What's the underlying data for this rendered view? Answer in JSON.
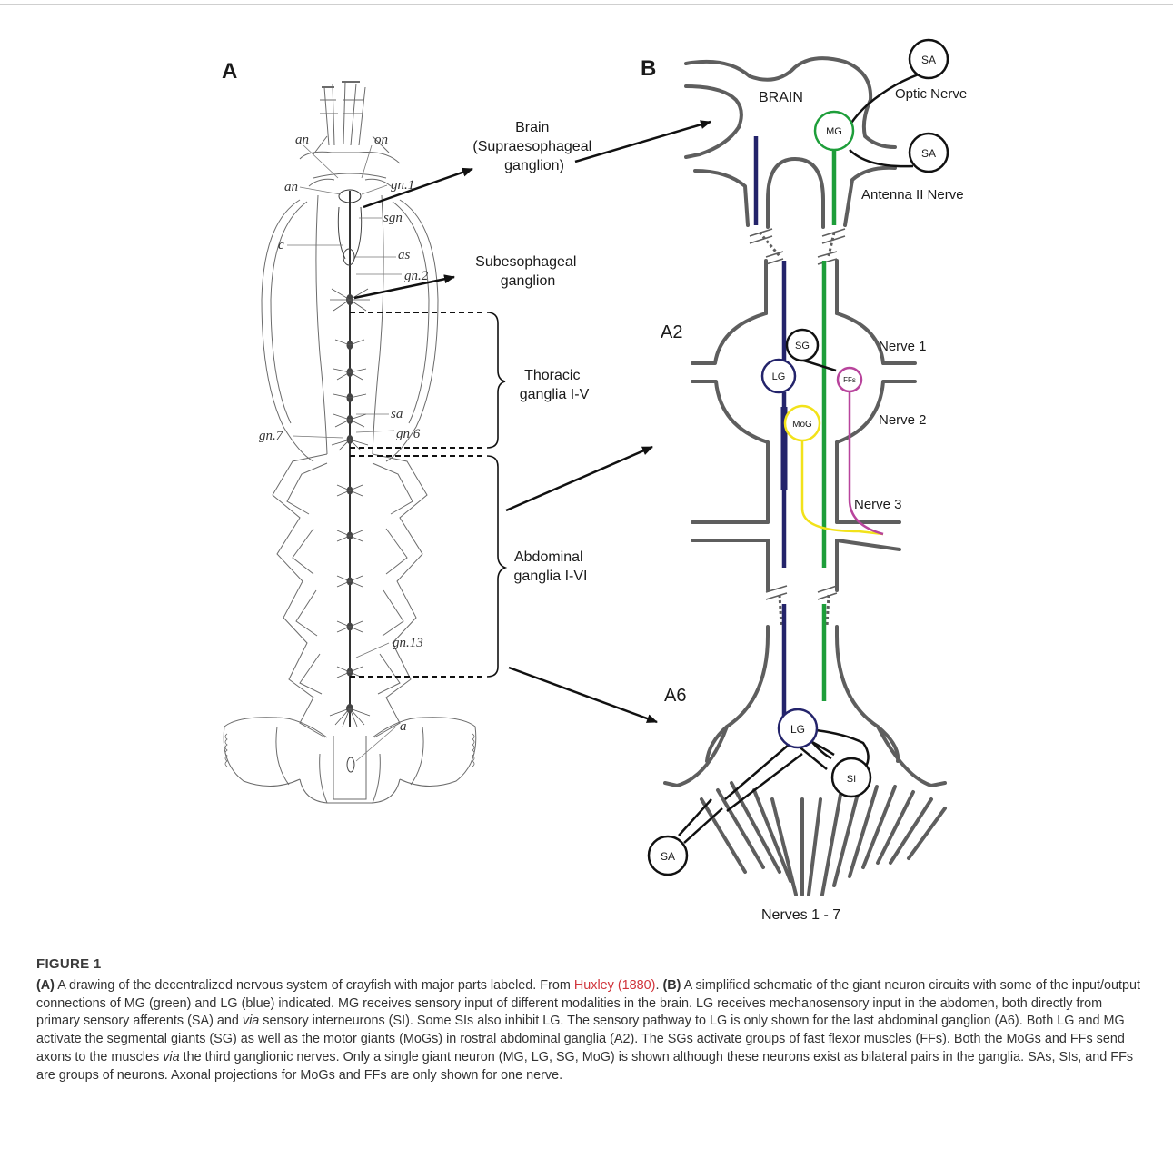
{
  "figure": {
    "panel_a": {
      "letter": "A",
      "callouts": {
        "brain": "Brain\n(Supraesophageal\nganglion)",
        "subesophageal": "Subesophageal\nganglion",
        "thoracic": "Thoracic\nganglia I-V",
        "abdominal": "Abdominal\nganglia I-VI"
      },
      "hand_labels": {
        "an_upper": "an",
        "on": "on",
        "an": "an",
        "gn1": "gn.1",
        "sgn": "sgn",
        "c": "c",
        "as": "as",
        "gn2": "gn.2",
        "sa": "sa",
        "gn6": "gn 6",
        "gn7": "gn.7",
        "gn13": "gn.13",
        "a": "a"
      }
    },
    "panel_b": {
      "letter": "B",
      "labels": {
        "brain": "BRAIN",
        "optic_nerve": "Optic Nerve",
        "antenna_nerve": "Antenna II Nerve",
        "a2": "A2",
        "nerve1": "Nerve 1",
        "nerve2": "Nerve 2",
        "nerve3": "Nerve 3",
        "a6": "A6",
        "nerves_1_7": "Nerves 1 - 7"
      },
      "neurons": {
        "sa_top": "SA",
        "sa_mid": "SA",
        "mg": "MG",
        "sg": "SG",
        "lg_a2": "LG",
        "ffs": "FFs",
        "mog": "MoG",
        "lg_a6": "LG",
        "si": "SI",
        "sa_bottom": "SA"
      },
      "colors": {
        "mg_green": "#1e9e3a",
        "lg_blue": "#24246b",
        "mog_yellow": "#f2e21a",
        "ffs_magenta": "#b8449c",
        "nerve_gray": "#5e5e5e"
      }
    },
    "caption": {
      "label": "FIGURE 1",
      "a_tag": "(A)",
      "a_text": " A drawing of the decentralized nervous system of crayfish with major parts labeled. From ",
      "a_ref": "Huxley (1880)",
      "a_end": ". ",
      "b_tag": "(B)",
      "b_text": " A simplified schematic of the giant neuron circuits with some of the input/output connections of MG (green) and LG (blue) indicated. MG receives sensory input of different modalities in the brain. LG receives mechanosensory input in the abdomen, both directly from primary sensory afferents (SA) and ",
      "via1": "via",
      "b_text2": " sensory interneurons (SI). Some SIs also inhibit LG. The sensory pathway to LG is only shown for the last abdominal ganglion (A6). Both LG and MG activate the segmental giants (SG) as well as the motor giants (MoGs) in rostral abdominal ganglia (A2). The SGs activate groups of fast flexor muscles (FFs). Both the MoGs and FFs send axons to the muscles ",
      "via2": "via",
      "b_text3": " the third ganglionic nerves. Only a single giant neuron (MG, LG, SG, MoG) is shown although these neurons exist as bilateral pairs in the ganglia. SAs, SIs, and FFs are groups of neurons. Axonal projections for MoGs and FFs are only shown for one nerve."
    }
  }
}
